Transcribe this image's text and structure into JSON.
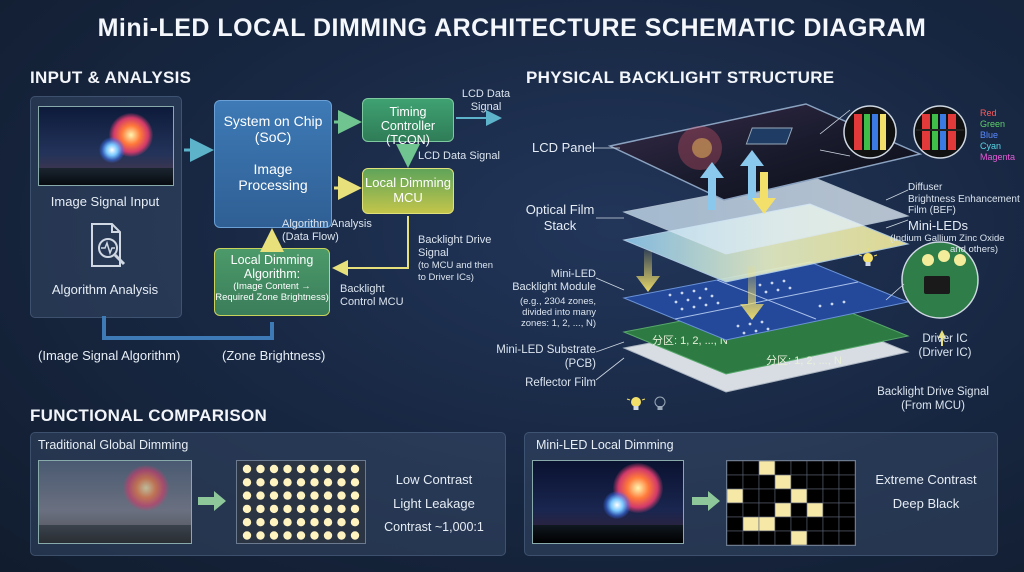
{
  "title": "Mini-LED LOCAL DIMMING ARCHITECTURE SCHEMATIC DIAGRAM",
  "sections": {
    "input": "INPUT & ANALYSIS",
    "physical": "PHYSICAL BACKLIGHT STRUCTURE",
    "functional": "FUNCTIONAL COMPARISON"
  },
  "input": {
    "image_signal_input": "Image Signal Input",
    "algorithm_analysis": "Algorithm Analysis",
    "soc_line1": "System on Chip",
    "soc_line2": "(SoC)",
    "image_processing_line1": "Image",
    "image_processing_line2": "Processing",
    "tcon_line1": "Timing Controller",
    "tcon_line2": "(TCON)",
    "mcu_line1": "Local Dimming",
    "mcu_line2": "MCU",
    "lcd_data_signal_top_line1": "LCD Data",
    "lcd_data_signal_top_line2": "Signal",
    "lcd_data_signal_mid": "LCD Data Signal",
    "algo_box_line1": "Local Dimming",
    "algo_box_line2": "Algorithm:",
    "algo_box_line3": "(Image Content →",
    "algo_box_line4": "Required Zone Brightness)",
    "algorithm_analysis_flow_line1": "Algorithm Analysis",
    "algorithm_analysis_flow_line2": "(Data Flow)",
    "backlight_drive_line1": "Backlight Drive",
    "backlight_drive_line2": "Signal",
    "backlight_drive_line3": "(to MCU and then",
    "backlight_drive_line4": "to Driver ICs)",
    "backlight_control_line1": "Backlight",
    "backlight_control_line2": "Control MCU",
    "image_signal_algorithm": "(Image Signal Algorithm)",
    "zone_brightness": "(Zone Brightness)"
  },
  "physical": {
    "lcd_panel": "LCD Panel",
    "optical_film_line1": "Optical Film",
    "optical_film_line2": "Stack",
    "backlight_module_line1": "Mini-LED",
    "backlight_module_line2": "Backlight Module",
    "backlight_module_line3": "(e.g., 2304 zones,",
    "backlight_module_line4": "divided into many",
    "backlight_module_line5": "zones: 1, 2, ..., N)",
    "substrate_line1": "Mini-LED Substrate",
    "substrate_line2": "(PCB)",
    "reflector_film": "Reflector Film",
    "diffuser": "Diffuser",
    "bef_line1": "Brightness Enhancement",
    "bef_line2": "Film (BEF)",
    "mini_leds": "Mini-LEDs",
    "mini_leds_sub_line1": "(Indium Gallium Zinc Oxide",
    "mini_leds_sub_line2": "and others)",
    "driver_ic_line1": "Driver IC",
    "driver_ic_line2": "(Driver IC)",
    "drive_signal_line1": "Backlight Drive Signal",
    "drive_signal_line2": "(From MCU)",
    "zone_label_1": "分区: 1, 2, ..., N",
    "zone_label_2": "分区: 1, 2, ..., N",
    "color_red": "Red",
    "color_green": "Green",
    "color_blue": "Blue",
    "color_cyan": "Cyan",
    "color_magenta": "Magenta"
  },
  "comparison": {
    "global_title": "Traditional Global Dimming",
    "global_line1": "Low Contrast",
    "global_line2": "Light Leakage",
    "global_line3": "Contrast ~1,000:1",
    "local_title": "Mini-LED Local Dimming",
    "local_line1": "Extreme Contrast",
    "local_line2": "Deep Black"
  },
  "colors": {
    "accent_yellow": "#f3e06a",
    "box_blue": "#3a6fa8",
    "box_green": "#3f9a6a",
    "arrow_teal": "#4fa3b8"
  }
}
